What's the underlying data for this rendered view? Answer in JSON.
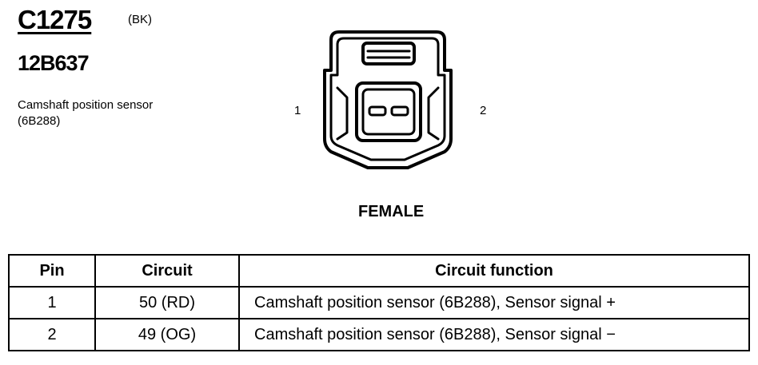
{
  "connector": {
    "id": "C1275",
    "color": "(BK)",
    "part_number": "12B637",
    "description": "Camshaft position sensor (6B288)",
    "gender": "FEMALE",
    "pin_labels": [
      "1",
      "2"
    ]
  },
  "table": {
    "headers": [
      "Pin",
      "Circuit",
      "Circuit function"
    ],
    "rows": [
      {
        "pin": "1",
        "circuit": "50 (RD)",
        "function": "Camshaft position sensor (6B288), Sensor signal +"
      },
      {
        "pin": "2",
        "circuit": "49 (OG)",
        "function": "Camshaft position sensor (6B288), Sensor signal −"
      }
    ]
  }
}
